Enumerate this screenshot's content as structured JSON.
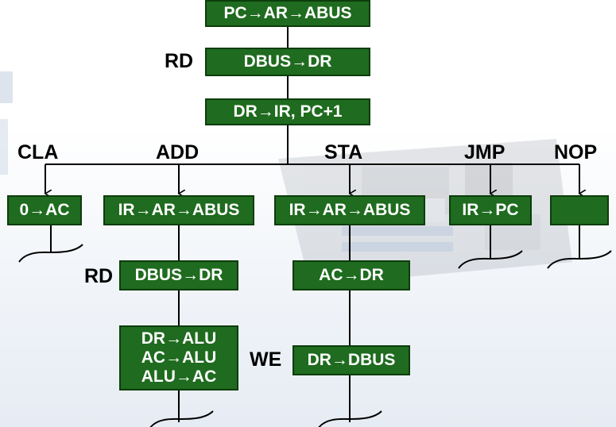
{
  "top": {
    "fetch": "PC→AR→ABUS",
    "read_signal": "RD",
    "read": "DBUS→DR",
    "decode": "DR→IR, PC+1"
  },
  "branches": {
    "cla": {
      "label": "CLA",
      "step1": "0→AC"
    },
    "add": {
      "label": "ADD",
      "step1": "IR→AR→ABUS",
      "read_signal": "RD",
      "step2": "DBUS→DR",
      "step3": [
        "DR→ALU",
        "AC→ALU",
        "ALU→AC"
      ]
    },
    "sta": {
      "label": "STA",
      "step1": "IR→AR→ABUS",
      "step2": "AC→DR",
      "write_signal": "WE",
      "step3": "DR→DBUS"
    },
    "jmp": {
      "label": "JMP",
      "step1": "IR→PC"
    },
    "nop": {
      "label": "NOP",
      "step1": ""
    }
  },
  "colors": {
    "box_fill": "#1f6b1f",
    "box_border": "#0c3d0c",
    "text": "#ffffff",
    "line": "#000000"
  }
}
